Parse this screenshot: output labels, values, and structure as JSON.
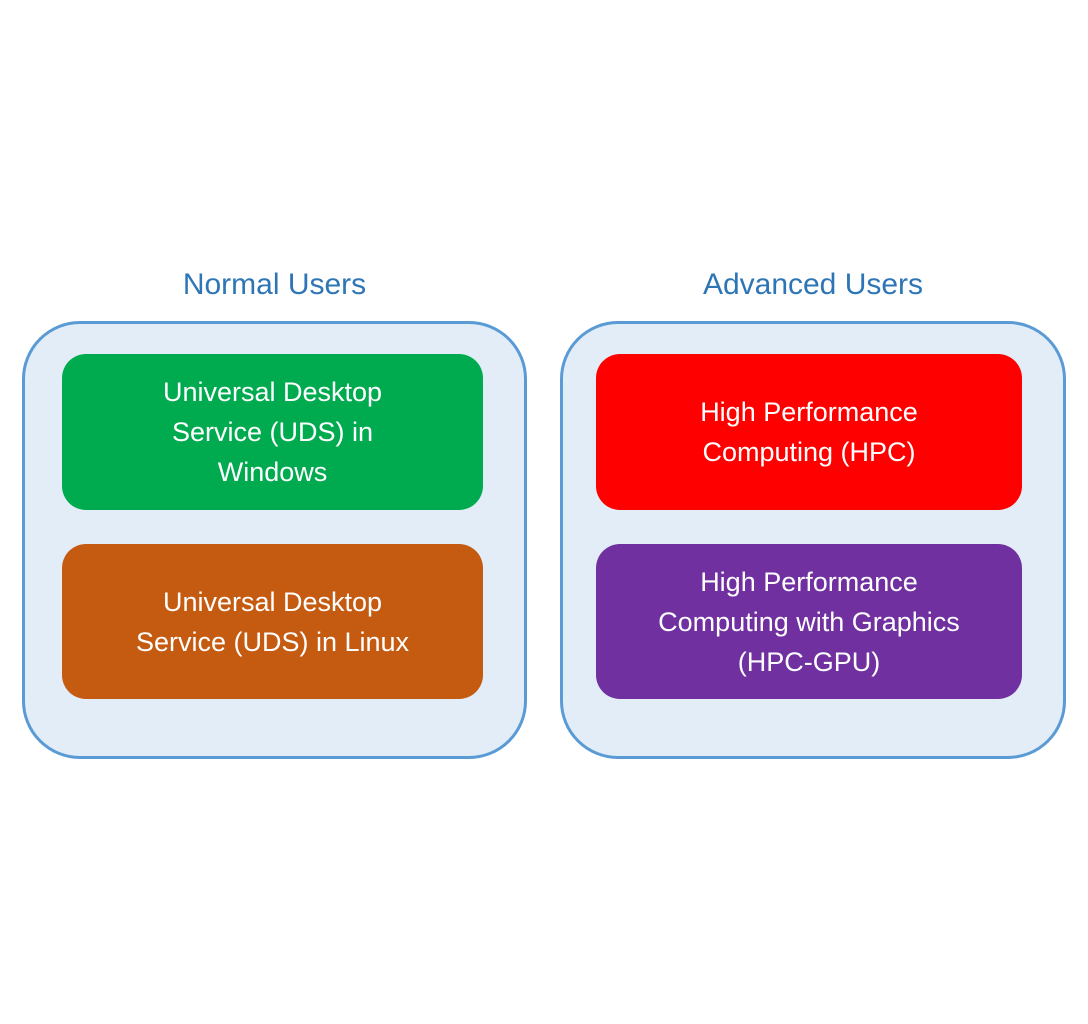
{
  "diagram": {
    "groups": [
      {
        "title": "Normal Users",
        "boxes": [
          {
            "label": "Universal Desktop Service (UDS) in Windows",
            "lines": [
              "Universal Desktop",
              "Service (UDS) in",
              "Windows"
            ],
            "color": "#00AB50"
          },
          {
            "label": "Universal Desktop Service (UDS) in Linux",
            "lines": [
              "Universal Desktop",
              "Service (UDS) in Linux"
            ],
            "color": "#C55A11"
          }
        ]
      },
      {
        "title": "Advanced Users",
        "boxes": [
          {
            "label": "High Performance Computing (HPC)",
            "lines": [
              "High Performance",
              "Computing (HPC)"
            ],
            "color": "#FF0000"
          },
          {
            "label": "High Performance Computing with Graphics (HPC-GPU)",
            "lines": [
              "High Performance",
              "Computing with Graphics",
              "(HPC-GPU)"
            ],
            "color": "#7030A0"
          }
        ]
      }
    ],
    "colors": {
      "group_fill": "#E3EDF8",
      "group_border": "#5B9BD5",
      "title_text": "#2E75B6",
      "box_text": "#FFFFFF"
    }
  }
}
